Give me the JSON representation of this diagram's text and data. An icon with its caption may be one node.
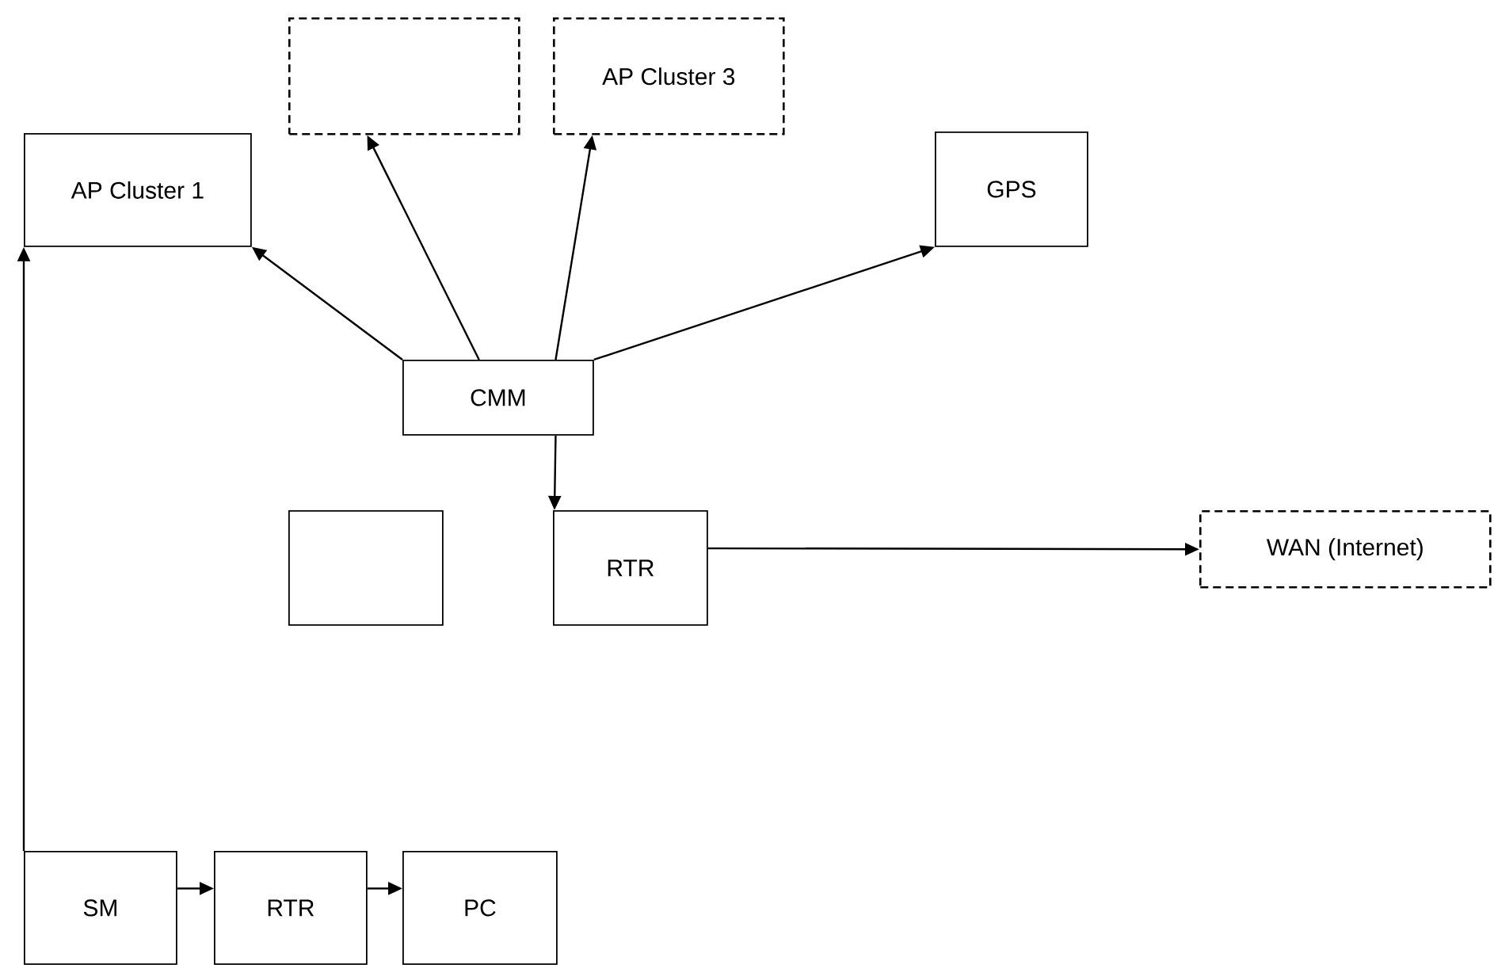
{
  "diagram": {
    "nodes": [
      {
        "text": [],
        "shape": "box"
      },
      {
        "text": [
          "AP Cluster 3"
        ]
      },
      {
        "text": [
          "AP Cluster 1"
        ]
      },
      {
        "text": [
          "GPS"
        ]
      },
      {
        "text": [
          "CMM"
        ]
      },
      {
        "text": [],
        "shape": "box"
      },
      {
        "text": [
          "RTR"
        ]
      },
      {
        "text": [
          "WAN (Internet)"
        ]
      },
      {
        "text": [
          "SM"
        ]
      },
      {
        "text": [
          "RTR"
        ]
      },
      {
        "text": [
          "PC"
        ]
      }
    ],
    "edges": [
      {
        "from": 4,
        "to": 2,
        "arrow": "to"
      },
      {
        "from": 4,
        "to": 0,
        "arrow": "to"
      },
      {
        "from": 4,
        "to": 1,
        "arrow": "to"
      },
      {
        "from": 4,
        "to": 3,
        "arrow": "to"
      },
      {
        "from": 4,
        "to": 6,
        "arrow": "to"
      },
      {
        "from": 6,
        "to": 7,
        "arrow": "to"
      },
      {
        "from": 8,
        "to": 2,
        "arrow": "to"
      },
      {
        "from": 8,
        "to": 9,
        "arrow": "to"
      },
      {
        "from": 9,
        "to": 10,
        "arrow": "to"
      }
    ]
  }
}
